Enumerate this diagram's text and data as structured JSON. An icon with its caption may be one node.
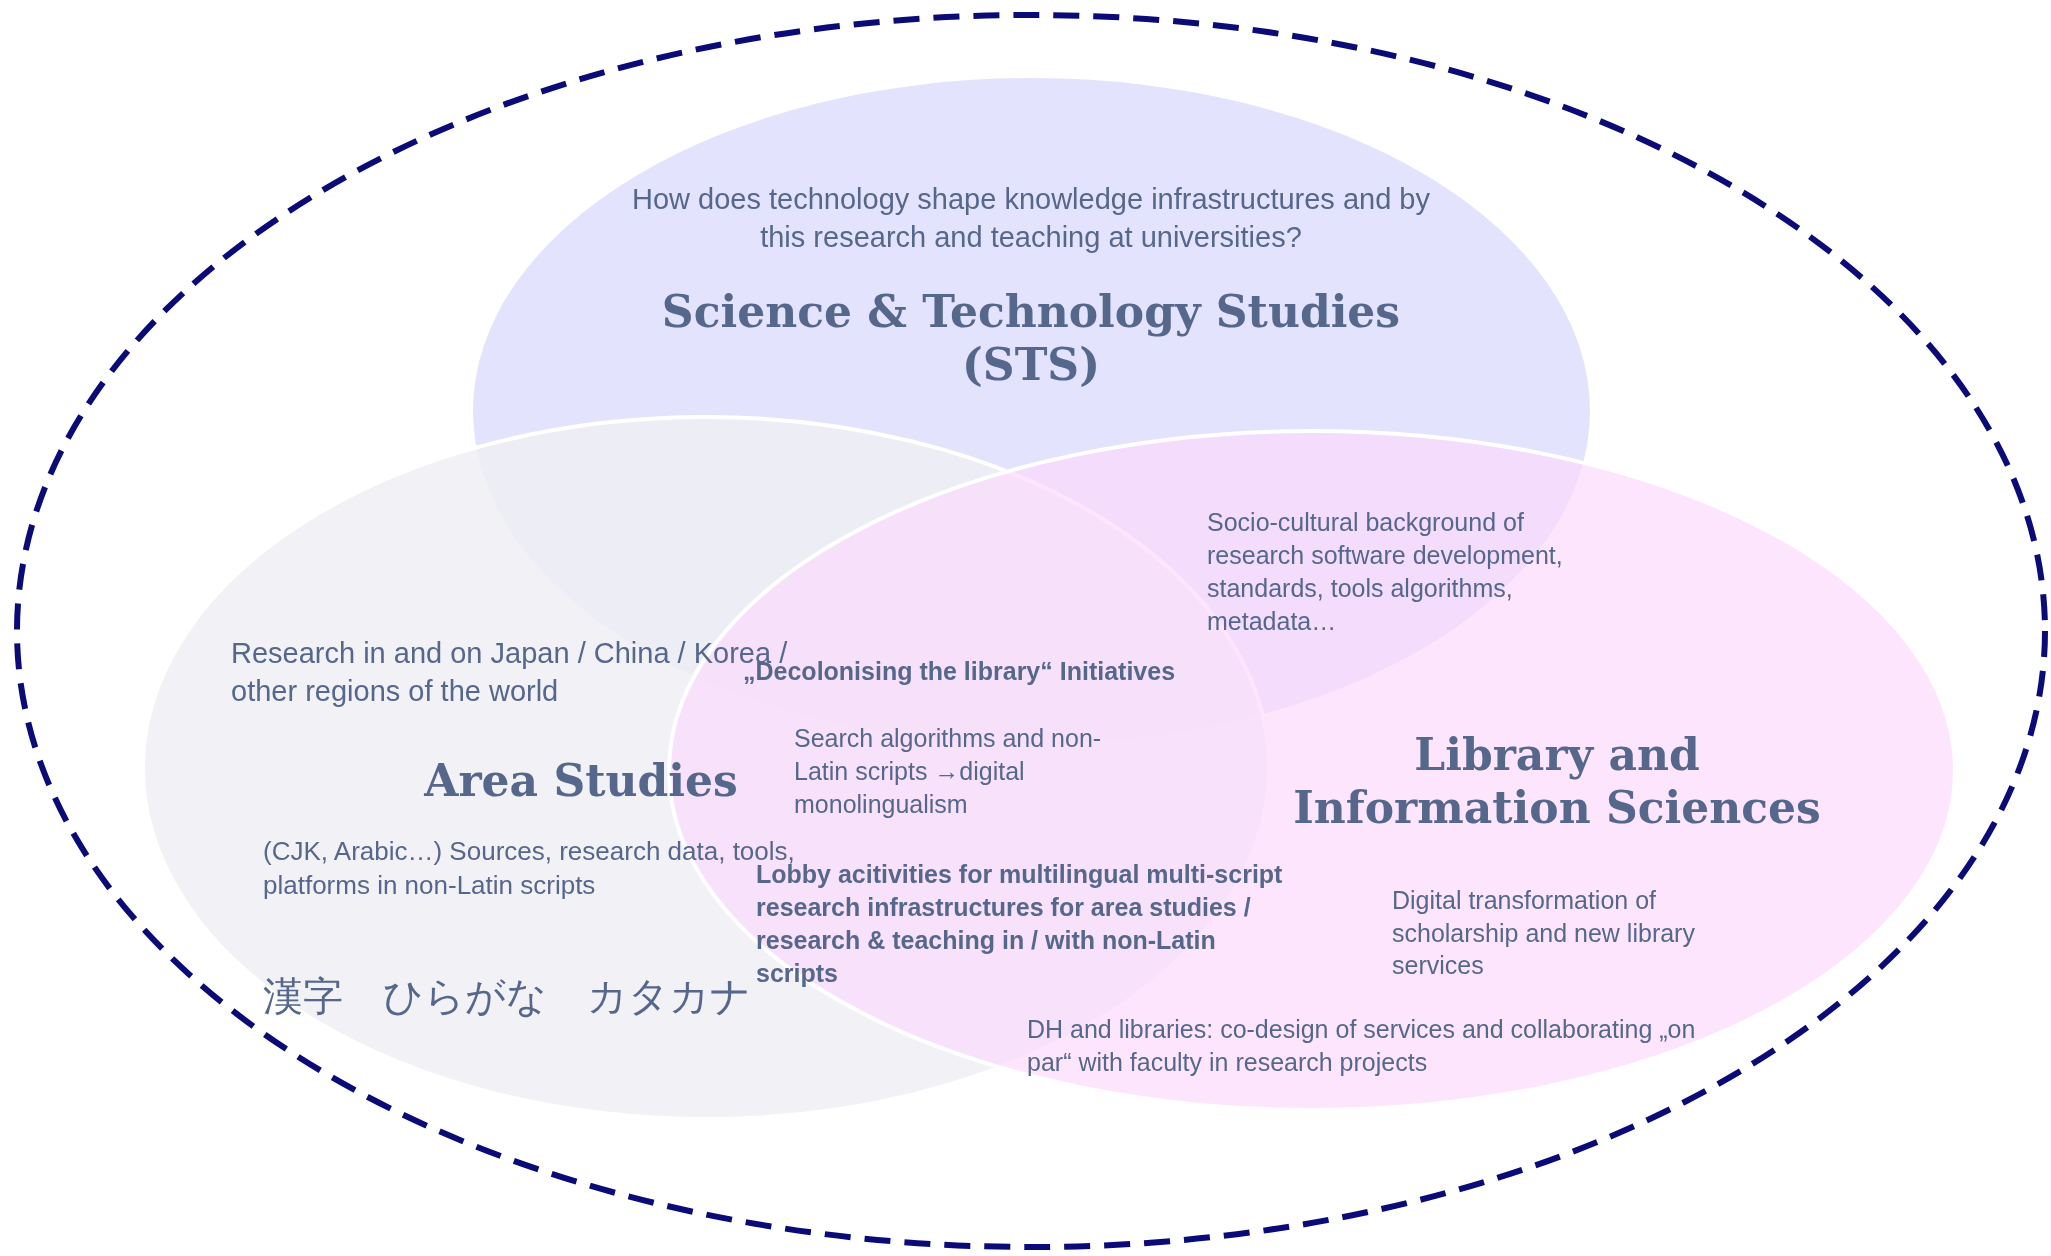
{
  "diagram": {
    "nodes": [
      {
        "text": [
          "How does technology shape knowledge infrastructures and by this research and teaching at universities?",
          "Science & Technology Studies (STS)"
        ]
      },
      {
        "text": [
          "Research in and on Japan / China / Korea / other regions of the world",
          "Area Studies",
          "(CJK, Arabic…) Sources, research data, tools, platforms in non-Latin scripts",
          "漢字　ひらがな　カタカナ"
        ]
      },
      {
        "text": [
          "Library and Information Sciences",
          "Digital transformation of scholarship and new library services"
        ]
      }
    ],
    "labels": [
      "Socio-cultural background of research software development, standards, tools algorithms, metadata…",
      "„Decolonising the library“ Initiatives",
      "Search algorithms and non-Latin scripts →digital monolingualism",
      "Lobby acitivities for multilingual  multi-script research infrastructures for area studies / research & teaching in / with non-Latin scripts",
      "DH and libraries: co-design of services and collaborating „on par“ with faculty in research projects"
    ]
  }
}
